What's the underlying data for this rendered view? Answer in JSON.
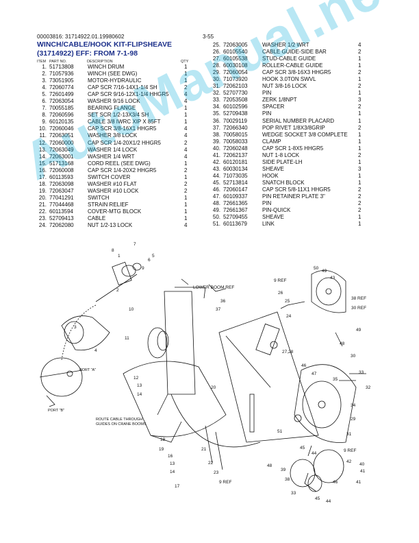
{
  "header": {
    "ref": "00003816: 31714922.01.19980602",
    "page": "3-55"
  },
  "title": {
    "line1": "WINCH/CABLE/HOOK KIT-FLIPSHEAVE",
    "line2": "(31714922) EFF: FROM 7-1-98"
  },
  "columns": {
    "item": "ITEM",
    "partno": "PART NO.",
    "description": "DESCRIPTION",
    "qty": "QTY"
  },
  "parts_left": [
    {
      "n": "1.",
      "pn": "51713808",
      "d": "WINCH DRUM",
      "q": "1"
    },
    {
      "n": "2.",
      "pn": "71057936",
      "d": "WINCH (SEE DWG)",
      "q": "1"
    },
    {
      "n": "3.",
      "pn": "73051905",
      "d": "MOTOR-HYDRAULIC",
      "q": "1"
    },
    {
      "n": "4.",
      "pn": "72060774",
      "d": "CAP SCR 7/16-14X1-1/4 SH",
      "q": "2"
    },
    {
      "n": "5.",
      "pn": "72601499",
      "d": "CAP SCR 9/16-12X1-1/4 HHGR5",
      "q": "4"
    },
    {
      "n": "6.",
      "pn": "72063054",
      "d": "WASHER 9/16 LOCK",
      "q": "4"
    },
    {
      "n": "7.",
      "pn": "70055185",
      "d": "BEARING FLANGE",
      "q": "1"
    },
    {
      "n": "8.",
      "pn": "72060596",
      "d": "SET SCR 1/2-13X3/4 SH",
      "q": "1"
    },
    {
      "n": "9.",
      "pn": "60120135",
      "d": "CABLE 3/8 IWRC XIP X 85FT",
      "q": "1"
    },
    {
      "n": "10.",
      "pn": "72060046",
      "d": "CAP SCR 3/8-16X1 HHGR5",
      "q": "4"
    },
    {
      "n": "11.",
      "pn": "72063051",
      "d": "WASHER 3/8 LOCK",
      "q": "4"
    },
    {
      "n": "12.",
      "pn": "72060000",
      "d": "CAP SCR 1/4-20X1/2 HHGR5",
      "q": "2"
    },
    {
      "n": "13.",
      "pn": "72063049",
      "d": "WASHER 1/4 LOCK",
      "q": "4"
    },
    {
      "n": "14.",
      "pn": "72063001",
      "d": "WASHER 1/4 WRT",
      "q": "4"
    },
    {
      "n": "15.",
      "pn": "51713168",
      "d": "CORD REEL (SEE DWG)",
      "q": "1"
    },
    {
      "n": "16.",
      "pn": "72060008",
      "d": "CAP SCR 1/4-20X2 HHGR5",
      "q": "2"
    },
    {
      "n": "17.",
      "pn": "60113593",
      "d": "SWITCH COVER",
      "q": "1"
    },
    {
      "n": "18.",
      "pn": "72063098",
      "d": "WASHER #10 FLAT",
      "q": "2"
    },
    {
      "n": "19.",
      "pn": "72063047",
      "d": "WASHER #10 LOCK",
      "q": "2"
    },
    {
      "n": "20.",
      "pn": "77041291",
      "d": "SWITCH",
      "q": "1"
    },
    {
      "n": "21.",
      "pn": "77044468",
      "d": "STRAIN RELIEF",
      "q": "1"
    },
    {
      "n": "22.",
      "pn": "60113594",
      "d": "COVER-MTG BLOCK",
      "q": "1"
    },
    {
      "n": "23.",
      "pn": "52709413",
      "d": "CABLE",
      "q": "1"
    },
    {
      "n": "24.",
      "pn": "72062080",
      "d": "NUT 1/2-13 LOCK",
      "q": "4"
    }
  ],
  "parts_right": [
    {
      "n": "25.",
      "pn": "72063005",
      "d": "WASHER 1/2 WRT",
      "q": "4"
    },
    {
      "n": "26.",
      "pn": "60105540",
      "d": "CABLE GUIDE-SIDE BAR",
      "q": "2"
    },
    {
      "n": "27.",
      "pn": "60105538",
      "d": "STUD-CABLE GUIDE",
      "q": "1"
    },
    {
      "n": "28.",
      "pn": "60030108",
      "d": "ROLLER-CABLE GUIDE",
      "q": "1"
    },
    {
      "n": "29.",
      "pn": "72060054",
      "d": "CAP SCR 3/8-16X3 HHGR5",
      "q": "2"
    },
    {
      "n": "30.",
      "pn": "71073920",
      "d": "HOOK 3.0TON SWVL",
      "q": "1"
    },
    {
      "n": "31.",
      "pn": "72062103",
      "d": "NUT 3/8-16 LOCK",
      "q": "2"
    },
    {
      "n": "32.",
      "pn": "52707730",
      "d": "PIN",
      "q": "1"
    },
    {
      "n": "33.",
      "pn": "72053508",
      "d": "ZERK 1/8NPT",
      "q": "3"
    },
    {
      "n": "34.",
      "pn": "60102596",
      "d": "SPACER",
      "q": "2"
    },
    {
      "n": "35.",
      "pn": "52709438",
      "d": "PIN",
      "q": "1"
    },
    {
      "n": "36.",
      "pn": "70029119",
      "d": "SERIAL NUMBER PLACARD",
      "q": "1"
    },
    {
      "n": "37.",
      "pn": "72066340",
      "d": "POP RIVET 1/8X3/8GRIP",
      "q": "2"
    },
    {
      "n": "38.",
      "pn": "70058015",
      "d": "WEDGE SOCKET 3/8 COMPLETE",
      "q": "1"
    },
    {
      "n": "39.",
      "pn": "70058033",
      "d": "CLAMP",
      "q": "1"
    },
    {
      "n": "40.",
      "pn": "72060248",
      "d": "CAP SCR 1-8X5 HHGR5",
      "q": "1"
    },
    {
      "n": "41.",
      "pn": "72062137",
      "d": "NUT 1-8 LOCK",
      "q": "2"
    },
    {
      "n": "42.",
      "pn": "60120181",
      "d": "SIDE PLATE-LH",
      "q": "1"
    },
    {
      "n": "43.",
      "pn": "60030134",
      "d": "SHEAVE",
      "q": "3"
    },
    {
      "n": "44.",
      "pn": "71073035",
      "d": "HOOK",
      "q": "1"
    },
    {
      "n": "45.",
      "pn": "52713814",
      "d": "SNATCH BLOCK",
      "q": "1"
    },
    {
      "n": "46.",
      "pn": "72060147",
      "d": "CAP SCR 5/8-11X1 HHGR5",
      "q": "2"
    },
    {
      "n": "47.",
      "pn": "60109337",
      "d": "PIN RETAINER PLATE 3\"",
      "q": "2"
    },
    {
      "n": "48.",
      "pn": "72661365",
      "d": "PIN",
      "q": "2"
    },
    {
      "n": "49.",
      "pn": "72661367",
      "d": "PIN-QUICK",
      "q": "2"
    },
    {
      "n": "50.",
      "pn": "52709455",
      "d": "SHEAVE",
      "q": "1"
    },
    {
      "n": "51.",
      "pn": "60113679",
      "d": "LINK",
      "q": "1"
    }
  ],
  "watermark": "AutoManual.net",
  "diagram": {
    "lower_boom_ref": "LOWER BOOM REF",
    "port_a": "PORT \"A\"",
    "port_b": "PORT \"B\"",
    "route_note_1": "ROUTE CABLE THROUGH",
    "route_note_2": "GUIDES ON CRANE BOOMS",
    "callouts": {
      "c1": "1",
      "c2": "2",
      "c3": "3",
      "c4": "4",
      "c5": "5",
      "c6": "6",
      "c7": "7",
      "c8": "8",
      "c9": "9",
      "c10": "10",
      "c11": "11",
      "c12": "12",
      "c13": "13",
      "c14": "14",
      "c13b": "13",
      "c14b": "14",
      "c16": "16",
      "c17": "17",
      "c18": "18",
      "c19": "19",
      "c20": "20",
      "c21": "21",
      "c22": "22",
      "c23": "23",
      "c9ref": "9 REF",
      "c9ref2": "9 REF",
      "c9ref3": "9 REF",
      "c24": "24",
      "c25": "25",
      "c26": "26",
      "c36": "36",
      "c37": "37",
      "c2728": "27,28",
      "c50": "50",
      "c49": "49",
      "c43": "43",
      "c38ref": "38 REF",
      "c30ref": "30 REF",
      "c48": "48",
      "c49b": "49",
      "c30": "30",
      "c46": "46",
      "c47": "47",
      "c35": "35",
      "c33": "33",
      "c32": "32",
      "c34": "34",
      "c29": "29",
      "c51": "51",
      "c31": "31",
      "c45": "45",
      "c44": "44",
      "c42": "42",
      "c41": "41",
      "c40": "40",
      "c39": "39",
      "c38": "38",
      "c48b": "48",
      "c33b": "33",
      "c45b": "45",
      "c44b": "44",
      "c41b": "41",
      "c46b": "46"
    }
  }
}
